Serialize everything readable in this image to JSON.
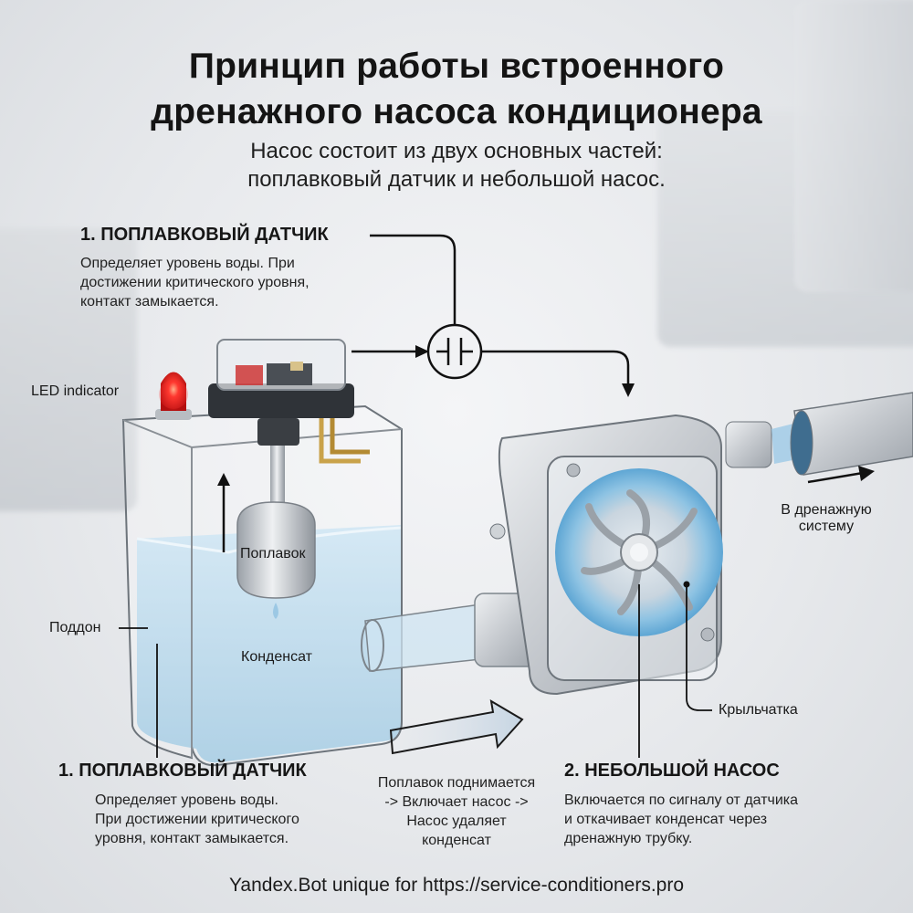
{
  "title": {
    "line1": "Принцип работы встроенного",
    "line2": "дренажного насоса кондиционера"
  },
  "subtitle": {
    "line1": "Насос состоит из двух основных частей:",
    "line2": "поплавковый датчик и небольшой насос."
  },
  "top_callout": {
    "heading": "1. ПОПЛАВКОВЫЙ ДАТЧИК",
    "lines": [
      "Определяет уровень воды. При",
      "достижении критического уровня,",
      "контакт замыкается."
    ]
  },
  "labels": {
    "led": "LED indicator",
    "float": "Поплавок",
    "condensate": "Конденсат",
    "tray": "Поддон",
    "drain": [
      "В дренажную",
      "систему"
    ],
    "impeller": "Крыльчатка"
  },
  "symbols": {
    "switch": "contact-switch-symbol",
    "flow_arrow": "flow-arrow"
  },
  "colors": {
    "water": "#a9cfe6",
    "led_red": "#ff2a2a",
    "metal": "#c4c8cd",
    "brass": "#c9a24a",
    "text": "#141414"
  },
  "bottom": {
    "sensor": {
      "heading": "1. ПОПЛАВКОВЫЙ ДАТЧИК",
      "lines": [
        "Определяет уровень воды.",
        "При достижении критического",
        "уровня, контакт замыкается."
      ]
    },
    "process": {
      "lines": [
        "Поплавок поднимается",
        "-> Включает насос ->",
        "Насос удаляет",
        "конденсат"
      ]
    },
    "pump": {
      "heading": "2. НЕБОЛЬШОЙ НАСОС",
      "lines": [
        "Включается по сигналу от датчика",
        "и откачивает конденсат через",
        "дренажную трубку."
      ]
    }
  },
  "footer": "Yandex.Bot unique for https://service-conditioners.pro"
}
